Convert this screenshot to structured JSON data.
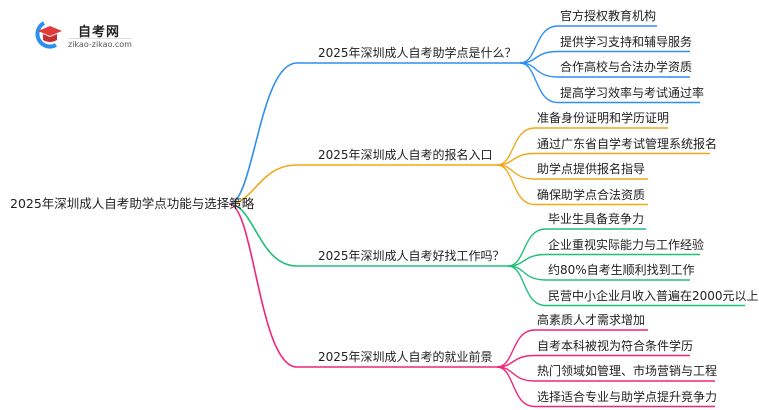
{
  "logo": {
    "title": "自考网",
    "url": "zikao-zikao.com",
    "icon": "graduation-cap-icon"
  },
  "root": {
    "label": "2025年深圳成人自考助学点功能与选择策略"
  },
  "colors": {
    "blue": "#2f8ff0",
    "orange": "#f2a81d",
    "green": "#21c07a",
    "pink": "#f0257a"
  },
  "branches": [
    {
      "label": "2025年深圳成人自考助学点是什么？",
      "color": "#2f8ff0",
      "children": [
        "官方授权教育机构",
        "提供学习支持和辅导服务",
        "合作高校与合法办学资质",
        "提高学习效率与考试通过率"
      ]
    },
    {
      "label": "2025年深圳成人自考的报名入口",
      "color": "#f2a81d",
      "children": [
        "准备身份证明和学历证明",
        "通过广东省自学考试管理系统报名",
        "助学点提供报名指导",
        "确保助学点合法资质"
      ]
    },
    {
      "label": "2025年深圳成人自考好找工作吗？",
      "color": "#21c07a",
      "children": [
        "毕业生具备竞争力",
        "企业重视实际能力与工作经验",
        "约80%自考生顺利找到工作",
        "民营中小企业月收入普遍在2000元以上"
      ]
    },
    {
      "label": "2025年深圳成人自考的就业前景",
      "color": "#f0257a",
      "children": [
        "高素质人才需求增加",
        "自考本科被视为符合条件学历",
        "热门领域如管理、市场营销与工程",
        "选择适合专业与助学点提升竞争力"
      ]
    }
  ]
}
